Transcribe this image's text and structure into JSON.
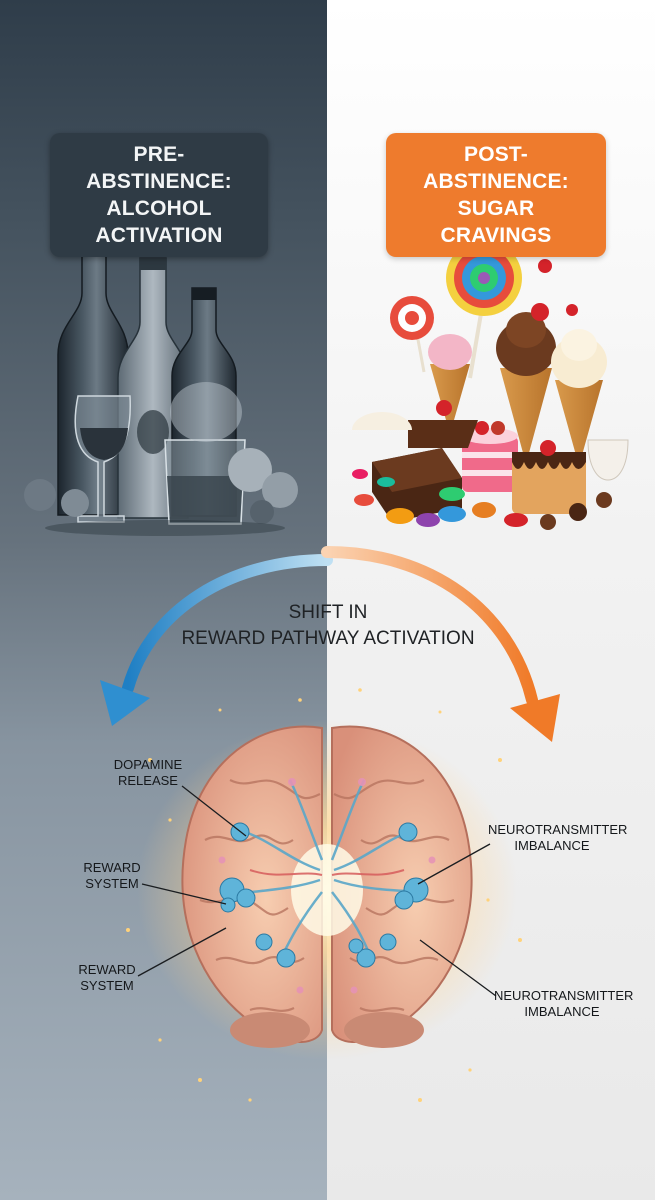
{
  "left_panel": {
    "badge_line1": "PRE-ABSTINENCE:",
    "badge_line2": "ALCOHOL ACTIVATION",
    "badge_color": "#2f3b45"
  },
  "right_panel": {
    "badge_line1": "POST-ABSTINENCE:",
    "badge_line2": "SUGAR CRAVINGS",
    "badge_color": "#ee7b2d"
  },
  "center": {
    "title_line1": "SHIFT IN",
    "title_line2": "REWARD PATHWAY ACTIVATION",
    "arrow_left_color": "#2f8fd0",
    "arrow_right_color": "#f07a28"
  },
  "brain_labels": {
    "dopamine_line1": "DOPAMINE",
    "dopamine_line2": "RELEASE",
    "reward_a_line1": "REWARD",
    "reward_a_line2": "SYSTEM",
    "reward_b_line1": "REWARD",
    "reward_b_line2": "SYSTEM",
    "neuro_a_line1": "NEUROTRANSMITTER",
    "neuro_a_line2": "IMBALANCE",
    "neuro_b_line1": "NEUROTRANSMITTER",
    "neuro_b_line2": "IMBALANCE"
  },
  "icons": [
    "alcohol-bottles-icon",
    "wine-glass-icon",
    "sweets-icon",
    "ice-cream-icon",
    "lollipop-icon",
    "cake-icon",
    "brain-icon"
  ]
}
